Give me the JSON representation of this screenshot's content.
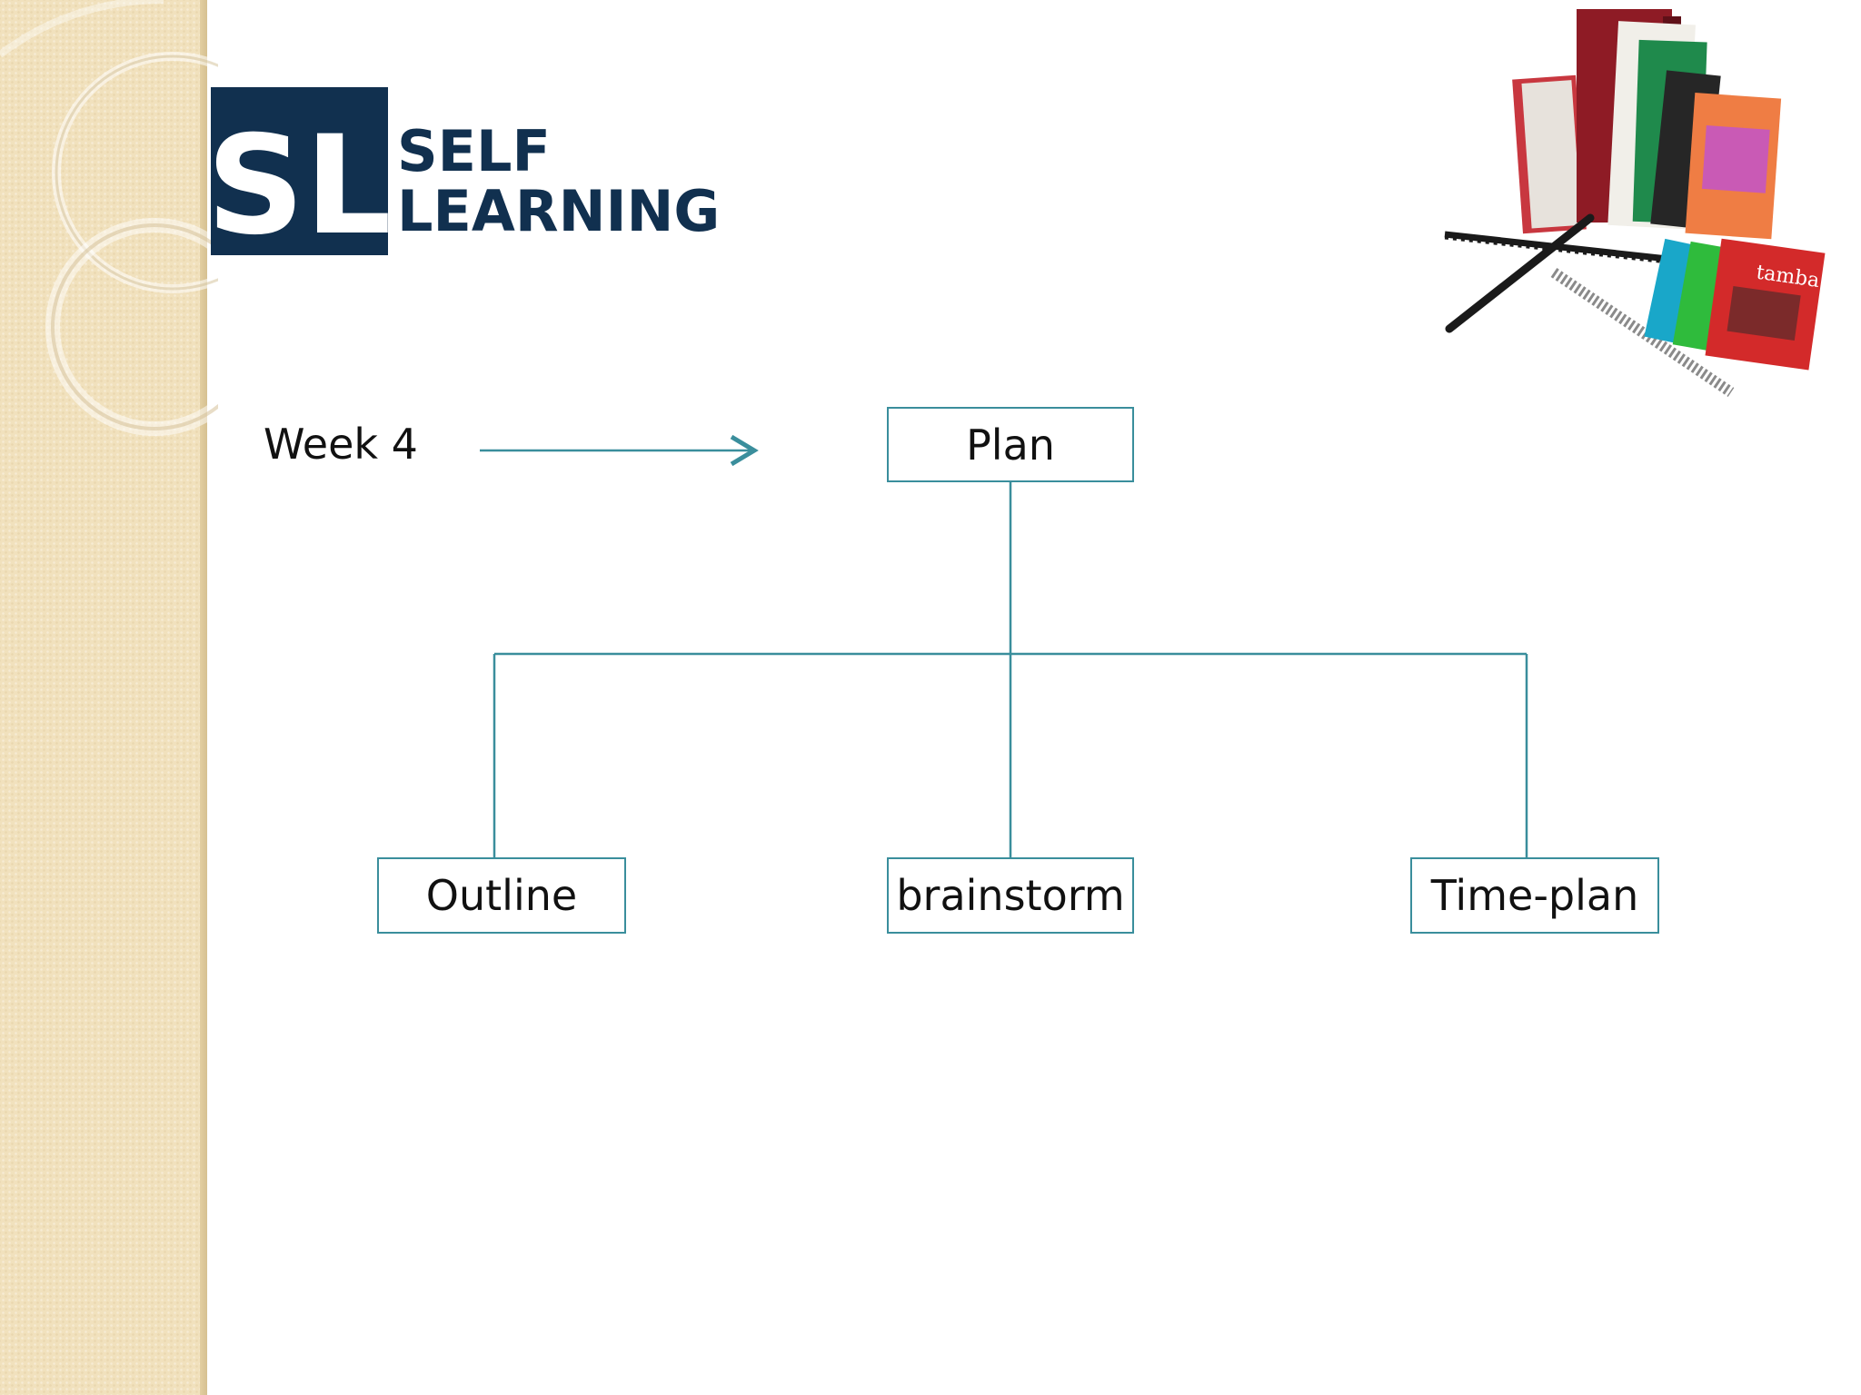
{
  "logo": {
    "monogram": "SL",
    "line1": "SELF",
    "line2": "LEARNING",
    "color": "#11304f"
  },
  "diagram": {
    "source_label": "Week 4",
    "root": "Plan",
    "children": [
      "Outline",
      "brainstorm",
      "Time-plan"
    ],
    "line_color": "#3a8e9c"
  },
  "books": {
    "cover_text": "tamba"
  }
}
